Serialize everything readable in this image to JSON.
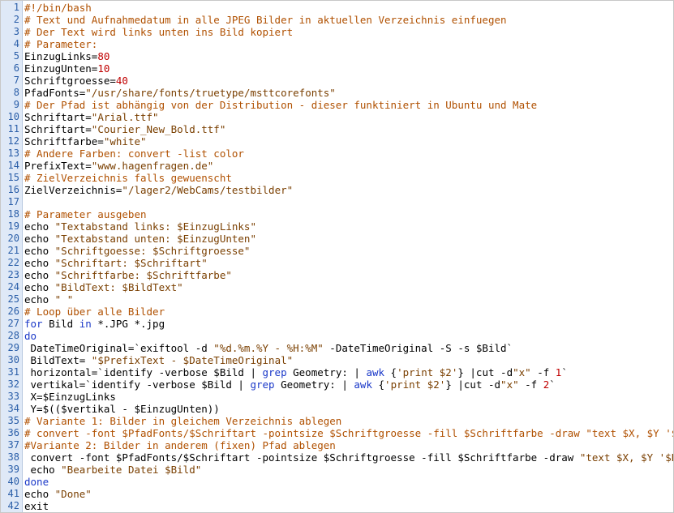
{
  "editor": {
    "line_number_color": "#2a5ea8",
    "gutter_color": "#dfe9f7",
    "colors": {
      "comment": "#b05000",
      "string": "#7a3f00",
      "number": "#c00000",
      "keyword": "#1a38c8"
    },
    "lines": [
      {
        "n": "1",
        "tokens": [
          {
            "t": "comment",
            "v": "#!/bin/bash"
          }
        ]
      },
      {
        "n": "2",
        "tokens": [
          {
            "t": "comment",
            "v": "# Text und Aufnahmedatum in alle JPEG Bilder in aktuellen Verzeichnis einfuegen"
          }
        ]
      },
      {
        "n": "3",
        "tokens": [
          {
            "t": "comment",
            "v": "# Der Text wird links unten ins Bild kopiert"
          }
        ]
      },
      {
        "n": "4",
        "tokens": [
          {
            "t": "comment",
            "v": "# Parameter:"
          }
        ]
      },
      {
        "n": "5",
        "tokens": [
          {
            "t": "plain",
            "v": "EinzugLinks="
          },
          {
            "t": "number",
            "v": "80"
          }
        ]
      },
      {
        "n": "6",
        "tokens": [
          {
            "t": "plain",
            "v": "EinzugUnten="
          },
          {
            "t": "number",
            "v": "10"
          }
        ]
      },
      {
        "n": "7",
        "tokens": [
          {
            "t": "plain",
            "v": "Schriftgroesse="
          },
          {
            "t": "number",
            "v": "40"
          }
        ]
      },
      {
        "n": "8",
        "tokens": [
          {
            "t": "plain",
            "v": "PfadFonts="
          },
          {
            "t": "string",
            "v": "\"/usr/share/fonts/truetype/msttcorefonts\""
          }
        ]
      },
      {
        "n": "9",
        "tokens": [
          {
            "t": "comment",
            "v": "# Der Pfad ist abhängig von der Distribution - dieser funktiniert in Ubuntu und Mate"
          }
        ]
      },
      {
        "n": "10",
        "tokens": [
          {
            "t": "plain",
            "v": "Schriftart="
          },
          {
            "t": "string",
            "v": "\"Arial.ttf\""
          }
        ]
      },
      {
        "n": "11",
        "tokens": [
          {
            "t": "plain",
            "v": "Schriftart="
          },
          {
            "t": "string",
            "v": "\"Courier_New_Bold.ttf\""
          }
        ]
      },
      {
        "n": "12",
        "tokens": [
          {
            "t": "plain",
            "v": "Schriftfarbe="
          },
          {
            "t": "string",
            "v": "\"white\""
          }
        ]
      },
      {
        "n": "13",
        "tokens": [
          {
            "t": "comment",
            "v": "# Andere Farben: convert -list color"
          }
        ]
      },
      {
        "n": "14",
        "tokens": [
          {
            "t": "plain",
            "v": "PrefixText="
          },
          {
            "t": "string",
            "v": "\"www.hagenfragen.de\""
          }
        ]
      },
      {
        "n": "15",
        "tokens": [
          {
            "t": "comment",
            "v": "# ZielVerzeichnis falls gewuenscht"
          }
        ]
      },
      {
        "n": "16",
        "tokens": [
          {
            "t": "plain",
            "v": "ZielVerzeichnis="
          },
          {
            "t": "string",
            "v": "\"/lager2/WebCams/testbilder\""
          }
        ]
      },
      {
        "n": "17",
        "tokens": []
      },
      {
        "n": "18",
        "tokens": [
          {
            "t": "comment",
            "v": "# Parameter ausgeben"
          }
        ]
      },
      {
        "n": "19",
        "tokens": [
          {
            "t": "plain",
            "v": "echo "
          },
          {
            "t": "string",
            "v": "\"Textabstand links: $EinzugLinks\""
          }
        ]
      },
      {
        "n": "20",
        "tokens": [
          {
            "t": "plain",
            "v": "echo "
          },
          {
            "t": "string",
            "v": "\"Textabstand unten: $EinzugUnten\""
          }
        ]
      },
      {
        "n": "21",
        "tokens": [
          {
            "t": "plain",
            "v": "echo "
          },
          {
            "t": "string",
            "v": "\"Schriftgoesse: $Schriftgroesse\""
          }
        ]
      },
      {
        "n": "22",
        "tokens": [
          {
            "t": "plain",
            "v": "echo "
          },
          {
            "t": "string",
            "v": "\"Schriftart: $Schriftart\""
          }
        ]
      },
      {
        "n": "23",
        "tokens": [
          {
            "t": "plain",
            "v": "echo "
          },
          {
            "t": "string",
            "v": "\"Schriftfarbe: $Schriftfarbe\""
          }
        ]
      },
      {
        "n": "24",
        "tokens": [
          {
            "t": "plain",
            "v": "echo "
          },
          {
            "t": "string",
            "v": "\"BildText: $BildText\""
          }
        ]
      },
      {
        "n": "25",
        "tokens": [
          {
            "t": "plain",
            "v": "echo "
          },
          {
            "t": "string",
            "v": "\" \""
          }
        ]
      },
      {
        "n": "26",
        "tokens": [
          {
            "t": "comment",
            "v": "# Loop über alle Bilder"
          }
        ]
      },
      {
        "n": "27",
        "tokens": [
          {
            "t": "keyword",
            "v": "for"
          },
          {
            "t": "plain",
            "v": " Bild "
          },
          {
            "t": "keyword",
            "v": "in"
          },
          {
            "t": "plain",
            "v": " *.JPG *.jpg"
          }
        ]
      },
      {
        "n": "28",
        "tokens": [
          {
            "t": "keyword",
            "v": "do"
          }
        ]
      },
      {
        "n": "29",
        "tokens": [
          {
            "t": "plain",
            "v": " DateTimeOriginal=`exiftool -d "
          },
          {
            "t": "string",
            "v": "\"%d.%m.%Y - %H:%M\""
          },
          {
            "t": "plain",
            "v": " -DateTimeOriginal -S -s $Bild`"
          }
        ]
      },
      {
        "n": "30",
        "tokens": [
          {
            "t": "plain",
            "v": " BildText= "
          },
          {
            "t": "string",
            "v": "\"$PrefixText - $DateTimeOriginal\""
          }
        ]
      },
      {
        "n": "31",
        "tokens": [
          {
            "t": "plain",
            "v": " horizontal=`identify -verbose $Bild | "
          },
          {
            "t": "keyword",
            "v": "grep"
          },
          {
            "t": "plain",
            "v": " Geometry: | "
          },
          {
            "t": "keyword",
            "v": "awk"
          },
          {
            "t": "plain",
            "v": " {"
          },
          {
            "t": "string",
            "v": "'print $2'"
          },
          {
            "t": "plain",
            "v": "} |cut -d"
          },
          {
            "t": "string",
            "v": "\"x\""
          },
          {
            "t": "plain",
            "v": " -f "
          },
          {
            "t": "number",
            "v": "1"
          },
          {
            "t": "plain",
            "v": "`"
          }
        ]
      },
      {
        "n": "32",
        "tokens": [
          {
            "t": "plain",
            "v": " vertikal=`identify -verbose $Bild | "
          },
          {
            "t": "keyword",
            "v": "grep"
          },
          {
            "t": "plain",
            "v": " Geometry: | "
          },
          {
            "t": "keyword",
            "v": "awk"
          },
          {
            "t": "plain",
            "v": " {"
          },
          {
            "t": "string",
            "v": "'print $2'"
          },
          {
            "t": "plain",
            "v": "} |cut -d"
          },
          {
            "t": "string",
            "v": "\"x\""
          },
          {
            "t": "plain",
            "v": " -f "
          },
          {
            "t": "number",
            "v": "2"
          },
          {
            "t": "plain",
            "v": "`"
          }
        ]
      },
      {
        "n": "33",
        "tokens": [
          {
            "t": "plain",
            "v": " X=$EinzugLinks"
          }
        ]
      },
      {
        "n": "34",
        "tokens": [
          {
            "t": "plain",
            "v": " Y=$(($vertikal - $EinzugUnten))"
          }
        ]
      },
      {
        "n": "35",
        "tokens": [
          {
            "t": "comment",
            "v": "# Variante 1: Bilder in gleichem Verzeichnis ablegen"
          }
        ]
      },
      {
        "n": "36",
        "tokens": [
          {
            "t": "comment",
            "v": "# convert -font $PfadFonts/$Schriftart -pointsize $Schriftgroesse -fill $Schriftfarbe -draw \"text $X, $Y '$BildText'\""
          }
        ]
      },
      {
        "n": "37",
        "tokens": [
          {
            "t": "comment",
            "v": "#Variante 2: Bilder in anderem (fixen) Pfad ablegen"
          }
        ]
      },
      {
        "n": "38",
        "tokens": [
          {
            "t": "plain",
            "v": " convert -font $PfadFonts/$Schriftart -pointsize $Schriftgroesse -fill $Schriftfarbe -draw "
          },
          {
            "t": "string",
            "v": "\"text $X, $Y '$BildText'\""
          }
        ]
      },
      {
        "n": "39",
        "tokens": [
          {
            "t": "plain",
            "v": " echo "
          },
          {
            "t": "string",
            "v": "\"Bearbeite Datei $Bild\""
          }
        ]
      },
      {
        "n": "40",
        "tokens": [
          {
            "t": "keyword",
            "v": "done"
          }
        ]
      },
      {
        "n": "41",
        "tokens": [
          {
            "t": "plain",
            "v": "echo "
          },
          {
            "t": "string",
            "v": "\"Done\""
          }
        ]
      },
      {
        "n": "42",
        "tokens": [
          {
            "t": "plain",
            "v": "exit"
          }
        ]
      }
    ]
  }
}
